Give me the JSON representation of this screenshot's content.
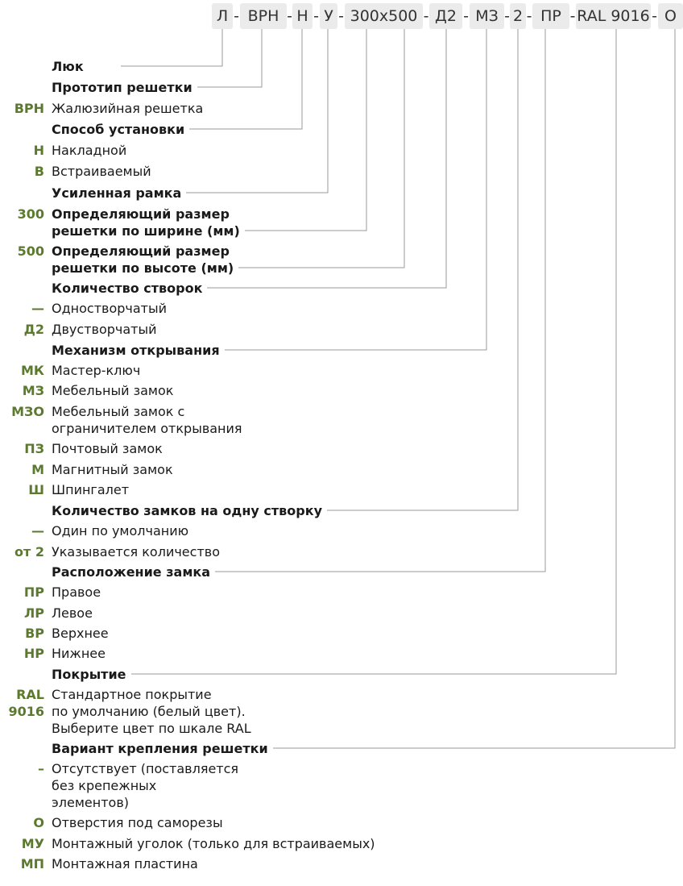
{
  "code_segments": [
    "Л",
    "ВРН",
    "Н",
    "У",
    "300х500",
    "Д2",
    "МЗ",
    "2",
    "ПР",
    "RAL 9016",
    "О"
  ],
  "separator": "-",
  "rows": [
    {
      "type": "header",
      "text": "Люк"
    },
    {
      "type": "header",
      "text": "Прототип решетки"
    },
    {
      "type": "item",
      "abbr": "ВРН",
      "text": "Жалюзийная решетка"
    },
    {
      "type": "header",
      "text": "Способ установки"
    },
    {
      "type": "item",
      "abbr": "Н",
      "text": "Накладной"
    },
    {
      "type": "item",
      "abbr": "В",
      "text": "Встраиваемый"
    },
    {
      "type": "header",
      "text": "Усиленная рамка"
    },
    {
      "type": "header",
      "abbr": "300",
      "text": "Определяющий размер\nрешетки по ширине (мм)"
    },
    {
      "type": "header",
      "abbr": "500",
      "text": "Определяющий размер\nрешетки по высоте (мм)"
    },
    {
      "type": "header",
      "text": "Количество створок"
    },
    {
      "type": "item",
      "abbr": "—",
      "text": "Одностворчатый"
    },
    {
      "type": "item",
      "abbr": "Д2",
      "text": "Двустворчатый"
    },
    {
      "type": "header",
      "text": "Механизм открывания"
    },
    {
      "type": "item",
      "abbr": "МК",
      "text": "Мастер-ключ"
    },
    {
      "type": "item",
      "abbr": "МЗ",
      "text": "Мебельный замок"
    },
    {
      "type": "item",
      "abbr": "МЗО",
      "text": "Мебельный замок с\nограничителем открывания"
    },
    {
      "type": "item",
      "abbr": "ПЗ",
      "text": "Почтовый замок"
    },
    {
      "type": "item",
      "abbr": "М",
      "text": "Магнитный замок"
    },
    {
      "type": "item",
      "abbr": "Ш",
      "text": "Шпингалет"
    },
    {
      "type": "header",
      "text": "Количество замков на одну створку"
    },
    {
      "type": "item",
      "abbr": "—",
      "text": "Один по умолчанию"
    },
    {
      "type": "item",
      "abbr": "от 2",
      "text": "Указывается количество"
    },
    {
      "type": "header",
      "text": "Расположение замка"
    },
    {
      "type": "item",
      "abbr": "ПР",
      "text": "Правое"
    },
    {
      "type": "item",
      "abbr": "ЛР",
      "text": "Левое"
    },
    {
      "type": "item",
      "abbr": "ВР",
      "text": "Верхнее"
    },
    {
      "type": "item",
      "abbr": "НР",
      "text": "Нижнее"
    },
    {
      "type": "header",
      "text": "Покрытие"
    },
    {
      "type": "item",
      "abbr": "RAL\n9016",
      "text": "Стандартное покрытие\nпо умолчанию (белый цвет).\nВыберите цвет по шкале RAL"
    },
    {
      "type": "header",
      "text": "Вариант крепления решетки"
    },
    {
      "type": "item",
      "abbr": "–",
      "text": "Отсутствует (поставляется\nбез крепежных\nэлементов)"
    },
    {
      "type": "item",
      "abbr": "О",
      "text": "Отверстия под саморезы"
    },
    {
      "type": "item",
      "abbr": "МУ",
      "text": "Монтажный уголок (только для встраиваемых)"
    },
    {
      "type": "item",
      "abbr": "МП",
      "text": "Монтажная пластина"
    }
  ],
  "colors": {
    "abbr": "#5b7a2e",
    "chip": "#ebebeb",
    "line": "#9a9a9a"
  }
}
